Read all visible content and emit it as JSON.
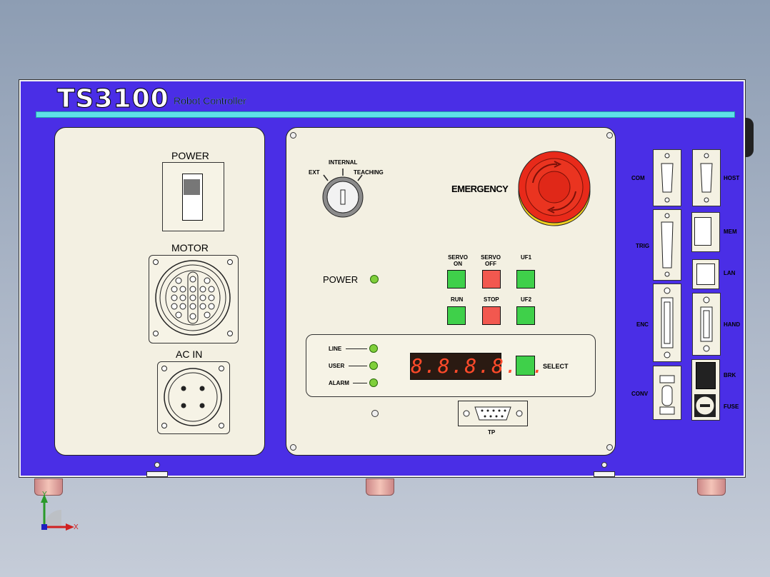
{
  "header": {
    "model": "TS3100",
    "subtitle": "Robot Controller"
  },
  "left_panel": {
    "power_label": "POWER",
    "motor_label": "MOTOR",
    "acin_label": "AC IN"
  },
  "center_panel": {
    "mode_labels": {
      "ext": "EXT",
      "internal": "INTERNAL",
      "teaching": "TEACHING"
    },
    "emergency_label": "EMERGENCY",
    "power_led_label": "POWER",
    "buttons": {
      "servo_on": "SERVO ON",
      "servo_off": "SERVO OFF",
      "uf1": "UF1",
      "run": "RUN",
      "stop": "STOP",
      "uf2": "UF2"
    },
    "status_leds": {
      "line": "LINE",
      "user": "USER",
      "alarm": "ALARM"
    },
    "display_value": "8.8.8.8.8.",
    "select_label": "SELECT",
    "tp_label": "TP"
  },
  "ports": {
    "com": "COM",
    "host": "HOST",
    "trig": "TRIG",
    "mem": "MEM",
    "lan": "LAN",
    "enc": "ENC",
    "hand": "HAND",
    "brk": "BRK",
    "conv": "CONV",
    "fuse": "FUSE"
  },
  "axes": {
    "x": "X",
    "y": "Y"
  },
  "colors": {
    "chassis": "#4a2ee6",
    "accent_bar": "#5fe0e8",
    "panel": "#f3f0e2",
    "button_green": "#3fd04a",
    "button_red": "#f2584f",
    "estop_red": "#e82a1a"
  }
}
